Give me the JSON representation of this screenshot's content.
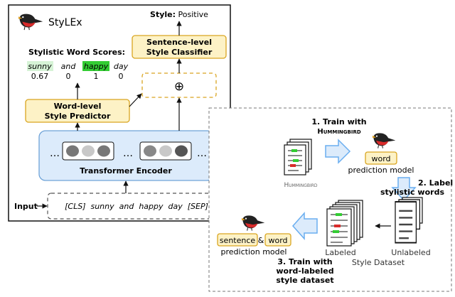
{
  "stylex": {
    "brand": "StyLEx",
    "style_label": "Style:",
    "style_value": "Positive",
    "classifier_line1": "Sentence-level",
    "classifier_line2": "Style Classifier",
    "word_scores_title": "Stylistic Word Scores:",
    "words": [
      {
        "text": "sunny",
        "score": "0.67",
        "highlight": "#d6f3d6"
      },
      {
        "text": "and",
        "score": "0",
        "highlight": ""
      },
      {
        "text": "happy",
        "score": "1",
        "highlight": "#33cc33"
      },
      {
        "text": "day",
        "score": "0",
        "highlight": ""
      }
    ],
    "combine_symbol": "⊕",
    "predictor_line1": "Word-level",
    "predictor_line2": "Style Predictor",
    "encoder_label": "Transformer Encoder",
    "ellipsis": "…",
    "input_label": "Input",
    "input_tokens": "[CLS]  sunny  and  happy  day  [SEP]"
  },
  "training": {
    "step1_line1": "1. Train with",
    "step1_line2": "Hummingbird",
    "hummingbird_label": "Hummingbird",
    "word_tag": "word",
    "word_model_caption": "prediction model",
    "step2_line1": "2. Label",
    "step2_line2": "stylistic words",
    "labeled_label": "Labeled",
    "unlabeled_label": "Unlabeled",
    "dataset_caption": "Style Dataset",
    "sentence_tag": "sentence",
    "amp": "&",
    "word_tag2": "word",
    "final_model_caption": "prediction model",
    "step3_line1": "3. Train with",
    "step3_line2": "word-labeled",
    "step3_line3": "style dataset"
  },
  "colors": {
    "yellow_fill": "#fdf2c6",
    "yellow_stroke": "#d9a520",
    "blue_fill": "#dcebfb",
    "blue_stroke": "#6fa3d8",
    "arrow_blue": "#6aaef0",
    "bird_red": "#d92b2b"
  }
}
